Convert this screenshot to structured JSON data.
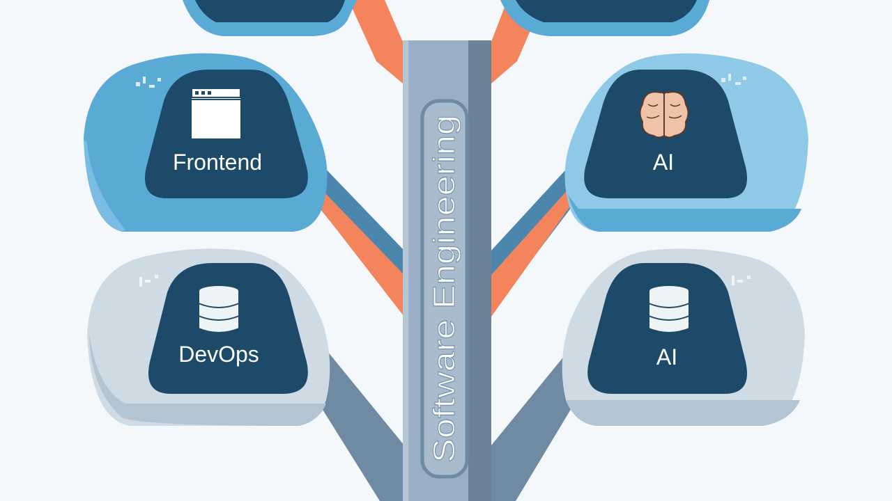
{
  "trunk": {
    "label": "Software Engineering"
  },
  "nodes": [
    {
      "id": "frontend",
      "label": "Frontend",
      "icon": "browser-window-icon"
    },
    {
      "id": "ai-brain",
      "label": "AI",
      "icon": "brain-icon"
    },
    {
      "id": "devops",
      "label": "DevOps",
      "icon": "database-icon"
    },
    {
      "id": "ai-database",
      "label": "AI",
      "icon": "database-icon"
    }
  ],
  "colors": {
    "background": "#f4f8fb",
    "navy": "#1c4a68",
    "sky_blue": "#5aaad6",
    "light_blue": "#8ec9e8",
    "grey_blue": "#9fb5c8",
    "light_grey": "#cfdbe4",
    "orange": "#f3845c",
    "trunk": "#9aafc3",
    "trunk_dark": "#6b8197"
  }
}
